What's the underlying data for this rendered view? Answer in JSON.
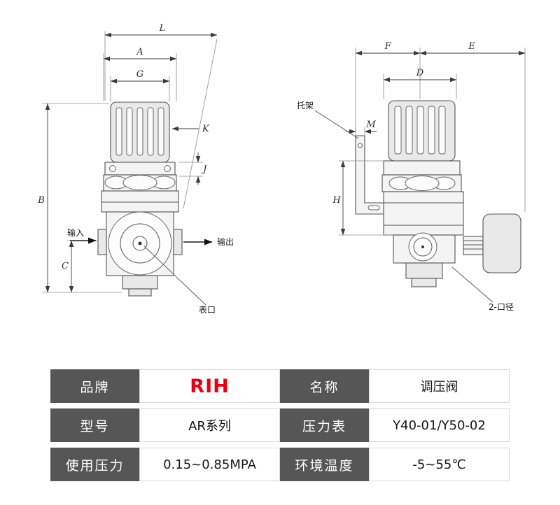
{
  "drawings": {
    "front_view": {
      "dims": {
        "L": "L",
        "A": "A",
        "G": "G",
        "K": "K",
        "J": "J",
        "B": "B",
        "C": "C"
      },
      "labels": {
        "input": "输入",
        "output": "输出",
        "gauge_port": "表口"
      }
    },
    "side_view": {
      "dims": {
        "F": "F",
        "E": "E",
        "D": "D",
        "M": "M",
        "H": "H"
      },
      "labels": {
        "bracket": "托架",
        "bore": "2-口径"
      }
    }
  },
  "table": {
    "header_bg": "#565656",
    "header_text_color": "#ffffff",
    "brand_color": "#e60012",
    "rows": [
      {
        "label1": "品牌",
        "value1": "RIH",
        "label2": "名称",
        "value2": "调压阀"
      },
      {
        "label1": "型号",
        "value1": "AR系列",
        "label2": "压力表",
        "value2": "Y40-01/Y50-02"
      },
      {
        "label1": "使用压力",
        "value1": "0.15~0.85MPA",
        "label2": "环境温度",
        "value2": "-5~55℃"
      }
    ]
  }
}
